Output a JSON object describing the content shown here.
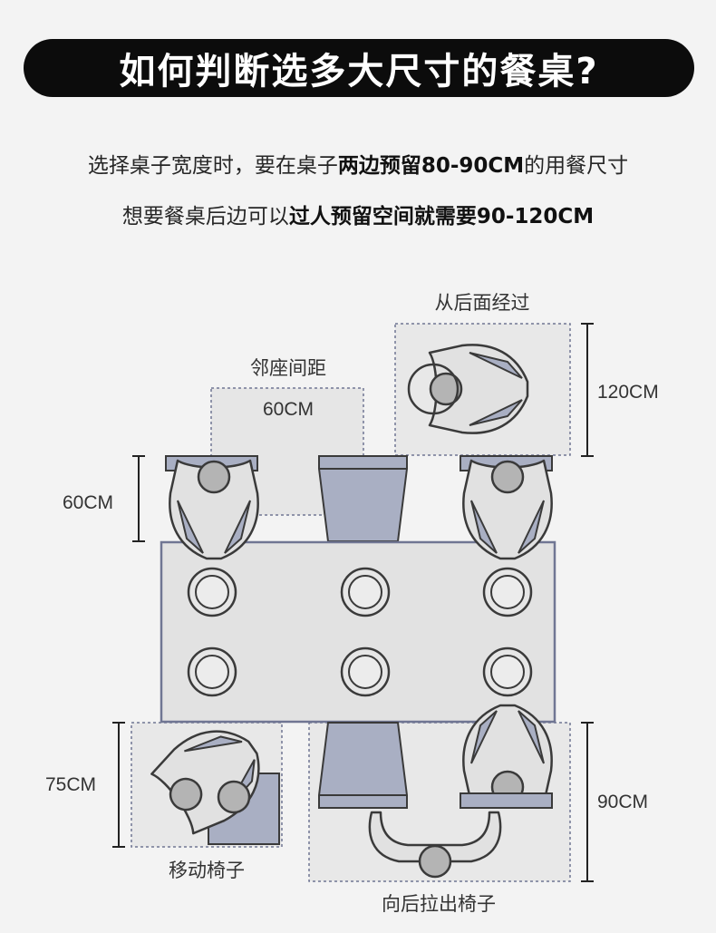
{
  "title": "如何判断选多大尺寸的餐桌?",
  "description": {
    "line1": {
      "pre": "选择桌子宽度时，要在桌子",
      "bold": "两边预留80-90CM",
      "post": "的用餐尺寸"
    },
    "line2": {
      "pre": "想要餐桌后边可以",
      "bold": "过人预留空间就需要90-120CM",
      "post": ""
    }
  },
  "diagram": {
    "label_pass_behind": "从后面经过",
    "label_neighbor_spacing": "邻座间距",
    "value_neighbor_spacing": "60CM",
    "dim_pass_behind": "120CM",
    "dim_chair_depth": "60CM",
    "dim_move_chair": "75CM",
    "dim_pull_chair": "90CM",
    "label_move_chair": "移动椅子",
    "label_pull_chair": "向后拉出椅子"
  },
  "colors": {
    "title_bg": "#0c0c0c",
    "title_text": "#ffffff",
    "background": "#f3f3f3",
    "chair_fill": "#a9afc3",
    "person_fill": "#e1e1e1",
    "head_fill": "#b4b4b4",
    "table_fill": "#e2e2e2",
    "table_stroke": "#707693"
  }
}
